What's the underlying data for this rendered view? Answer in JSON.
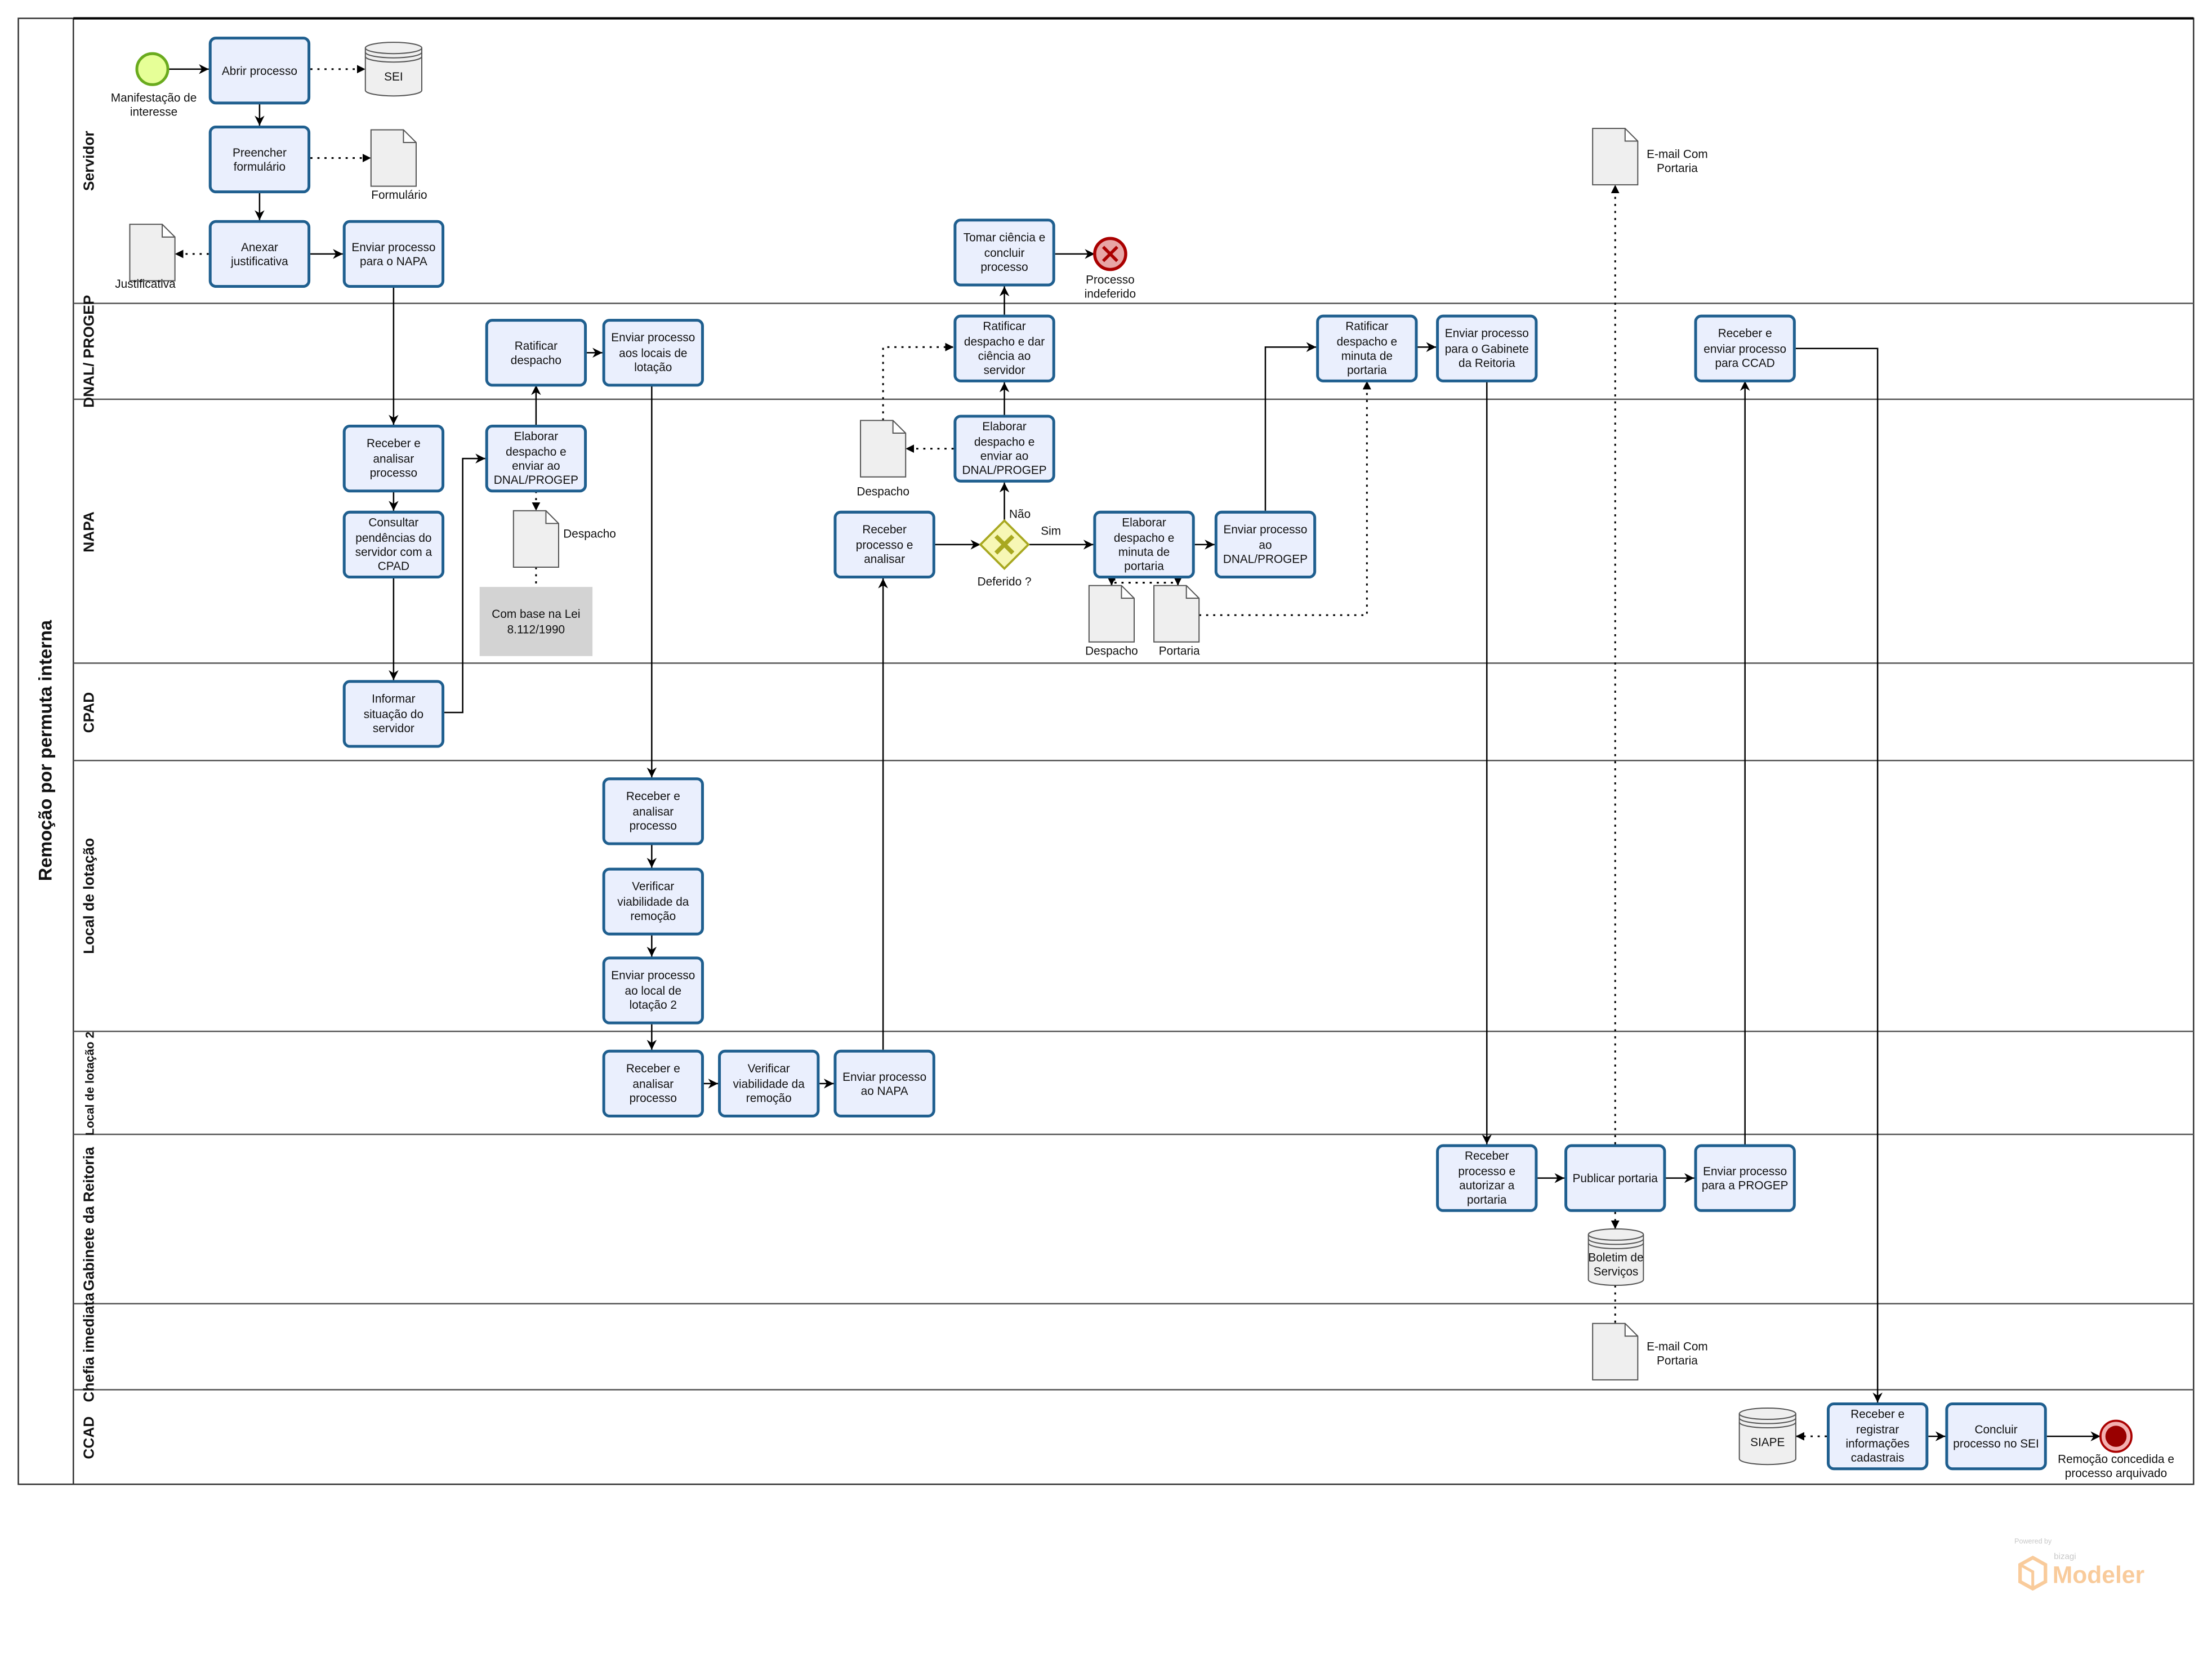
{
  "pool": {
    "title": "Remoção por permuta interna"
  },
  "lanes": [
    {
      "label": "Servidor"
    },
    {
      "label": "DNAL/ PROGEP"
    },
    {
      "label": "NAPA"
    },
    {
      "label": "CPAD"
    },
    {
      "label": "Local de lotação"
    },
    {
      "label": "Local de lotação 2"
    },
    {
      "label": "Gabinete da Reitoria"
    },
    {
      "label": "Chefia imediata"
    },
    {
      "label": "CCAD"
    }
  ],
  "tasks": [
    {
      "id": "t1",
      "label": "Abrir processo"
    },
    {
      "id": "t2",
      "label": "Preencher formulário"
    },
    {
      "id": "t3",
      "label": "Anexar justificativa"
    },
    {
      "id": "t4",
      "label": "Enviar processo para o NAPA"
    },
    {
      "id": "t5",
      "label": "Receber e analisar processo"
    },
    {
      "id": "t6",
      "label": "Consultar pendências do servidor com a CPAD"
    },
    {
      "id": "t7",
      "label": "Informar situação do servidor"
    },
    {
      "id": "t8",
      "label": "Elaborar despacho e enviar ao DNAL/PROGEP"
    },
    {
      "id": "t9",
      "label": "Ratificar despacho"
    },
    {
      "id": "t10",
      "label": "Enviar processo aos locais de lotação"
    },
    {
      "id": "t11",
      "label": "Receber e analisar processo"
    },
    {
      "id": "t12",
      "label": "Verificar viabilidade da remoção"
    },
    {
      "id": "t13",
      "label": "Enviar processo ao local de lotação 2"
    },
    {
      "id": "t14",
      "label": "Receber e analisar processo"
    },
    {
      "id": "t15",
      "label": "Verificar viabilidade da remoção"
    },
    {
      "id": "t16",
      "label": "Enviar processo ao NAPA"
    },
    {
      "id": "t17",
      "label": "Receber processo e analisar"
    },
    {
      "id": "t18",
      "label": "Elaborar despacho e enviar ao DNAL/PROGEP"
    },
    {
      "id": "t19",
      "label": "Ratificar despacho e dar ciência ao servidor"
    },
    {
      "id": "t20",
      "label": "Tomar ciência e concluir processo"
    },
    {
      "id": "t21",
      "label": "Elaborar despacho e minuta de portaria"
    },
    {
      "id": "t22",
      "label": "Enviar processo ao DNAL/PROGEP"
    },
    {
      "id": "t23",
      "label": "Ratificar despacho e minuta de portaria"
    },
    {
      "id": "t24",
      "label": "Enviar processo para o Gabinete da Reitoria"
    },
    {
      "id": "t25",
      "label": "Receber e enviar processo para CCAD"
    },
    {
      "id": "t26",
      "label": "Receber processo e autorizar a portaria"
    },
    {
      "id": "t27",
      "label": "Publicar portaria"
    },
    {
      "id": "t28",
      "label": "Enviar processo para a PROGEP"
    },
    {
      "id": "t29",
      "label": "Receber e registrar informações cadastrais"
    },
    {
      "id": "t30",
      "label": "Concluir processo no SEI"
    }
  ],
  "events": {
    "start": {
      "label": "Manifestação de interesse",
      "color": "#e6ff97"
    },
    "end_rejected": {
      "label": "Processo indeferido",
      "color": "#e8a6a6"
    },
    "end_ok": {
      "label": "Remoção concedida e processo arquivado",
      "color": "#990000"
    }
  },
  "gateway": {
    "label": "Deferido ?",
    "yes": "Sim",
    "no": "Não",
    "color": "#f7f7b5"
  },
  "documents": [
    {
      "id": "d1",
      "label": "Formulário"
    },
    {
      "id": "d2",
      "label": "Justificativa"
    },
    {
      "id": "d3",
      "label": "Despacho"
    },
    {
      "id": "d4",
      "label": "Despacho"
    },
    {
      "id": "d5",
      "label": "Despacho"
    },
    {
      "id": "d6",
      "label": "Portaria"
    },
    {
      "id": "d7",
      "label": "E-mail Com Portaria"
    },
    {
      "id": "d8",
      "label": "E-mail Com Portaria"
    }
  ],
  "datastores": [
    {
      "id": "s1",
      "label": "SEI"
    },
    {
      "id": "s2",
      "label": "Boletim de Serviços"
    },
    {
      "id": "s3",
      "label": "SIAPE"
    }
  ],
  "annotation": {
    "label": "Com base na Lei 8.112/1990"
  },
  "branding": {
    "powered": "Powered by",
    "vendor": "bizagi",
    "product": "Modeler"
  },
  "colors": {
    "task_border": "#1f5f8f",
    "task_fill": "#eaeffd"
  }
}
